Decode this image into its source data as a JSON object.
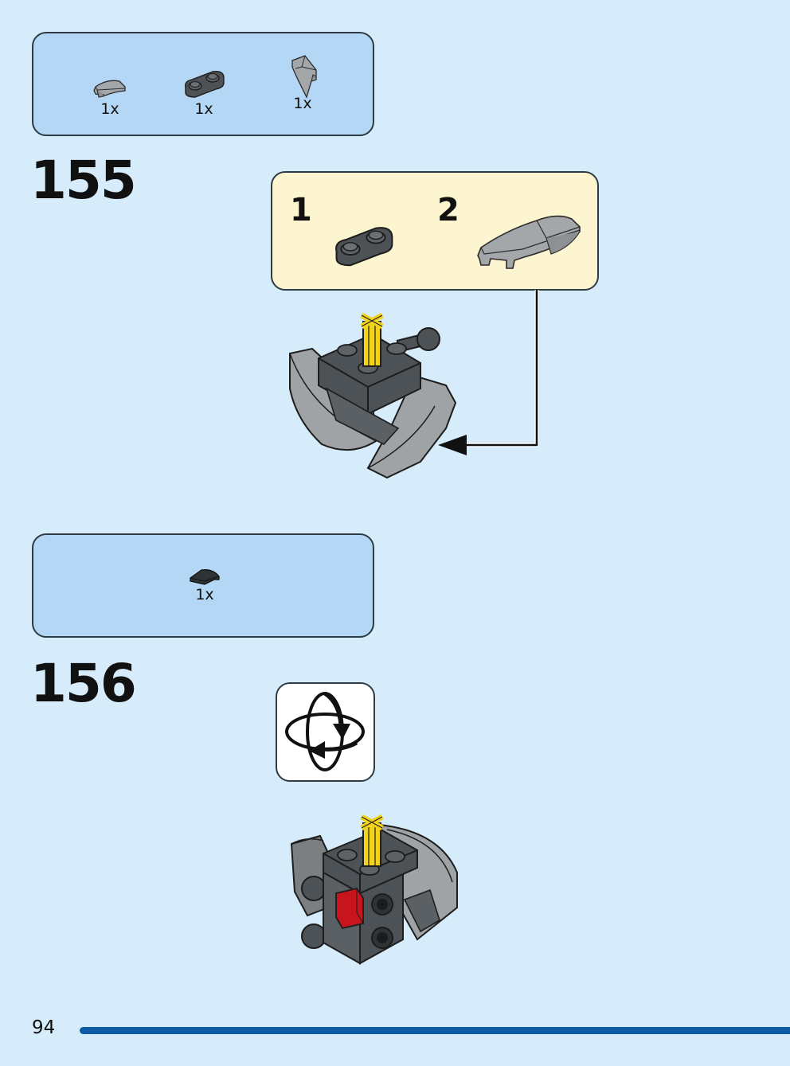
{
  "steps": [
    {
      "number": "155",
      "parts": [
        {
          "icon": "curved-slope-light-gray-icon",
          "qty": "1x"
        },
        {
          "icon": "plate-1x2-dark-gray-icon",
          "qty": "1x"
        },
        {
          "icon": "wedge-light-gray-icon",
          "qty": "1x"
        }
      ],
      "subassembly": [
        {
          "label": "1",
          "icon": "plate-1x2-dark-gray-icon"
        },
        {
          "label": "2",
          "icon": "curved-wedge-light-gray-icon"
        }
      ]
    },
    {
      "number": "156",
      "parts": [
        {
          "icon": "tile-quarter-round-dark-gray-icon",
          "qty": "1x"
        }
      ],
      "indicator": "rotate-model-icon"
    }
  ],
  "page_number": "94",
  "colors": {
    "page_background": "#d6ecfb",
    "parts_box": "#b3d7f5",
    "subassembly_box": "#fdf5cf",
    "page_rule": "#0b5aa3",
    "dark_gray": "#4d5256",
    "light_gray": "#a0a3a5",
    "yellow_axle": "#f2d31b",
    "red_tile": "#c8141c"
  }
}
